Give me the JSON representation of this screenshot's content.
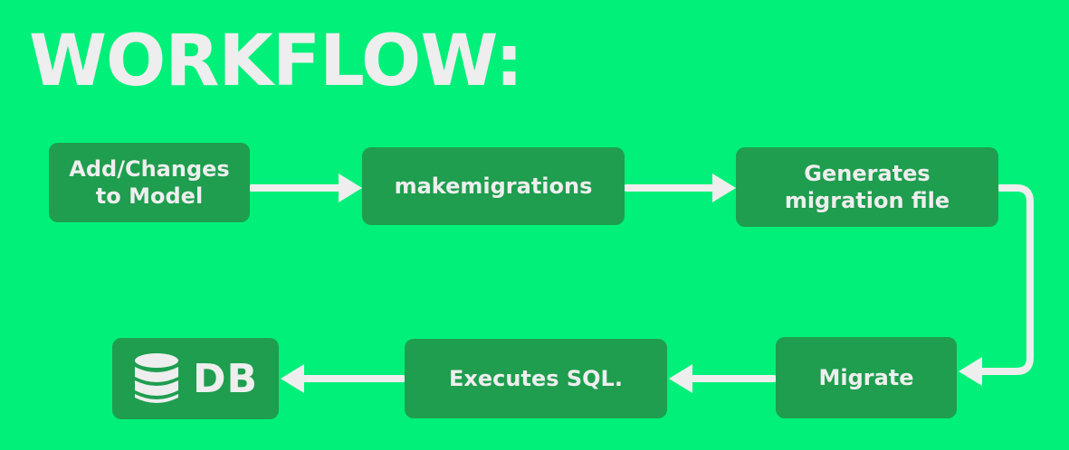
{
  "title": "WORKFLOW:",
  "steps": {
    "add_changes": "Add/Changes\nto Model",
    "makemigrations": "makemigrations",
    "generates": "Generates\nmigration file",
    "migrate": "Migrate",
    "executes_sql": "Executes SQL.",
    "db": "DB"
  },
  "icons": {
    "db": "database-icon"
  },
  "colors": {
    "background": "#00f07a",
    "box": "#1e9e4e",
    "text": "#eeeeee",
    "arrow": "#eeeeee"
  }
}
